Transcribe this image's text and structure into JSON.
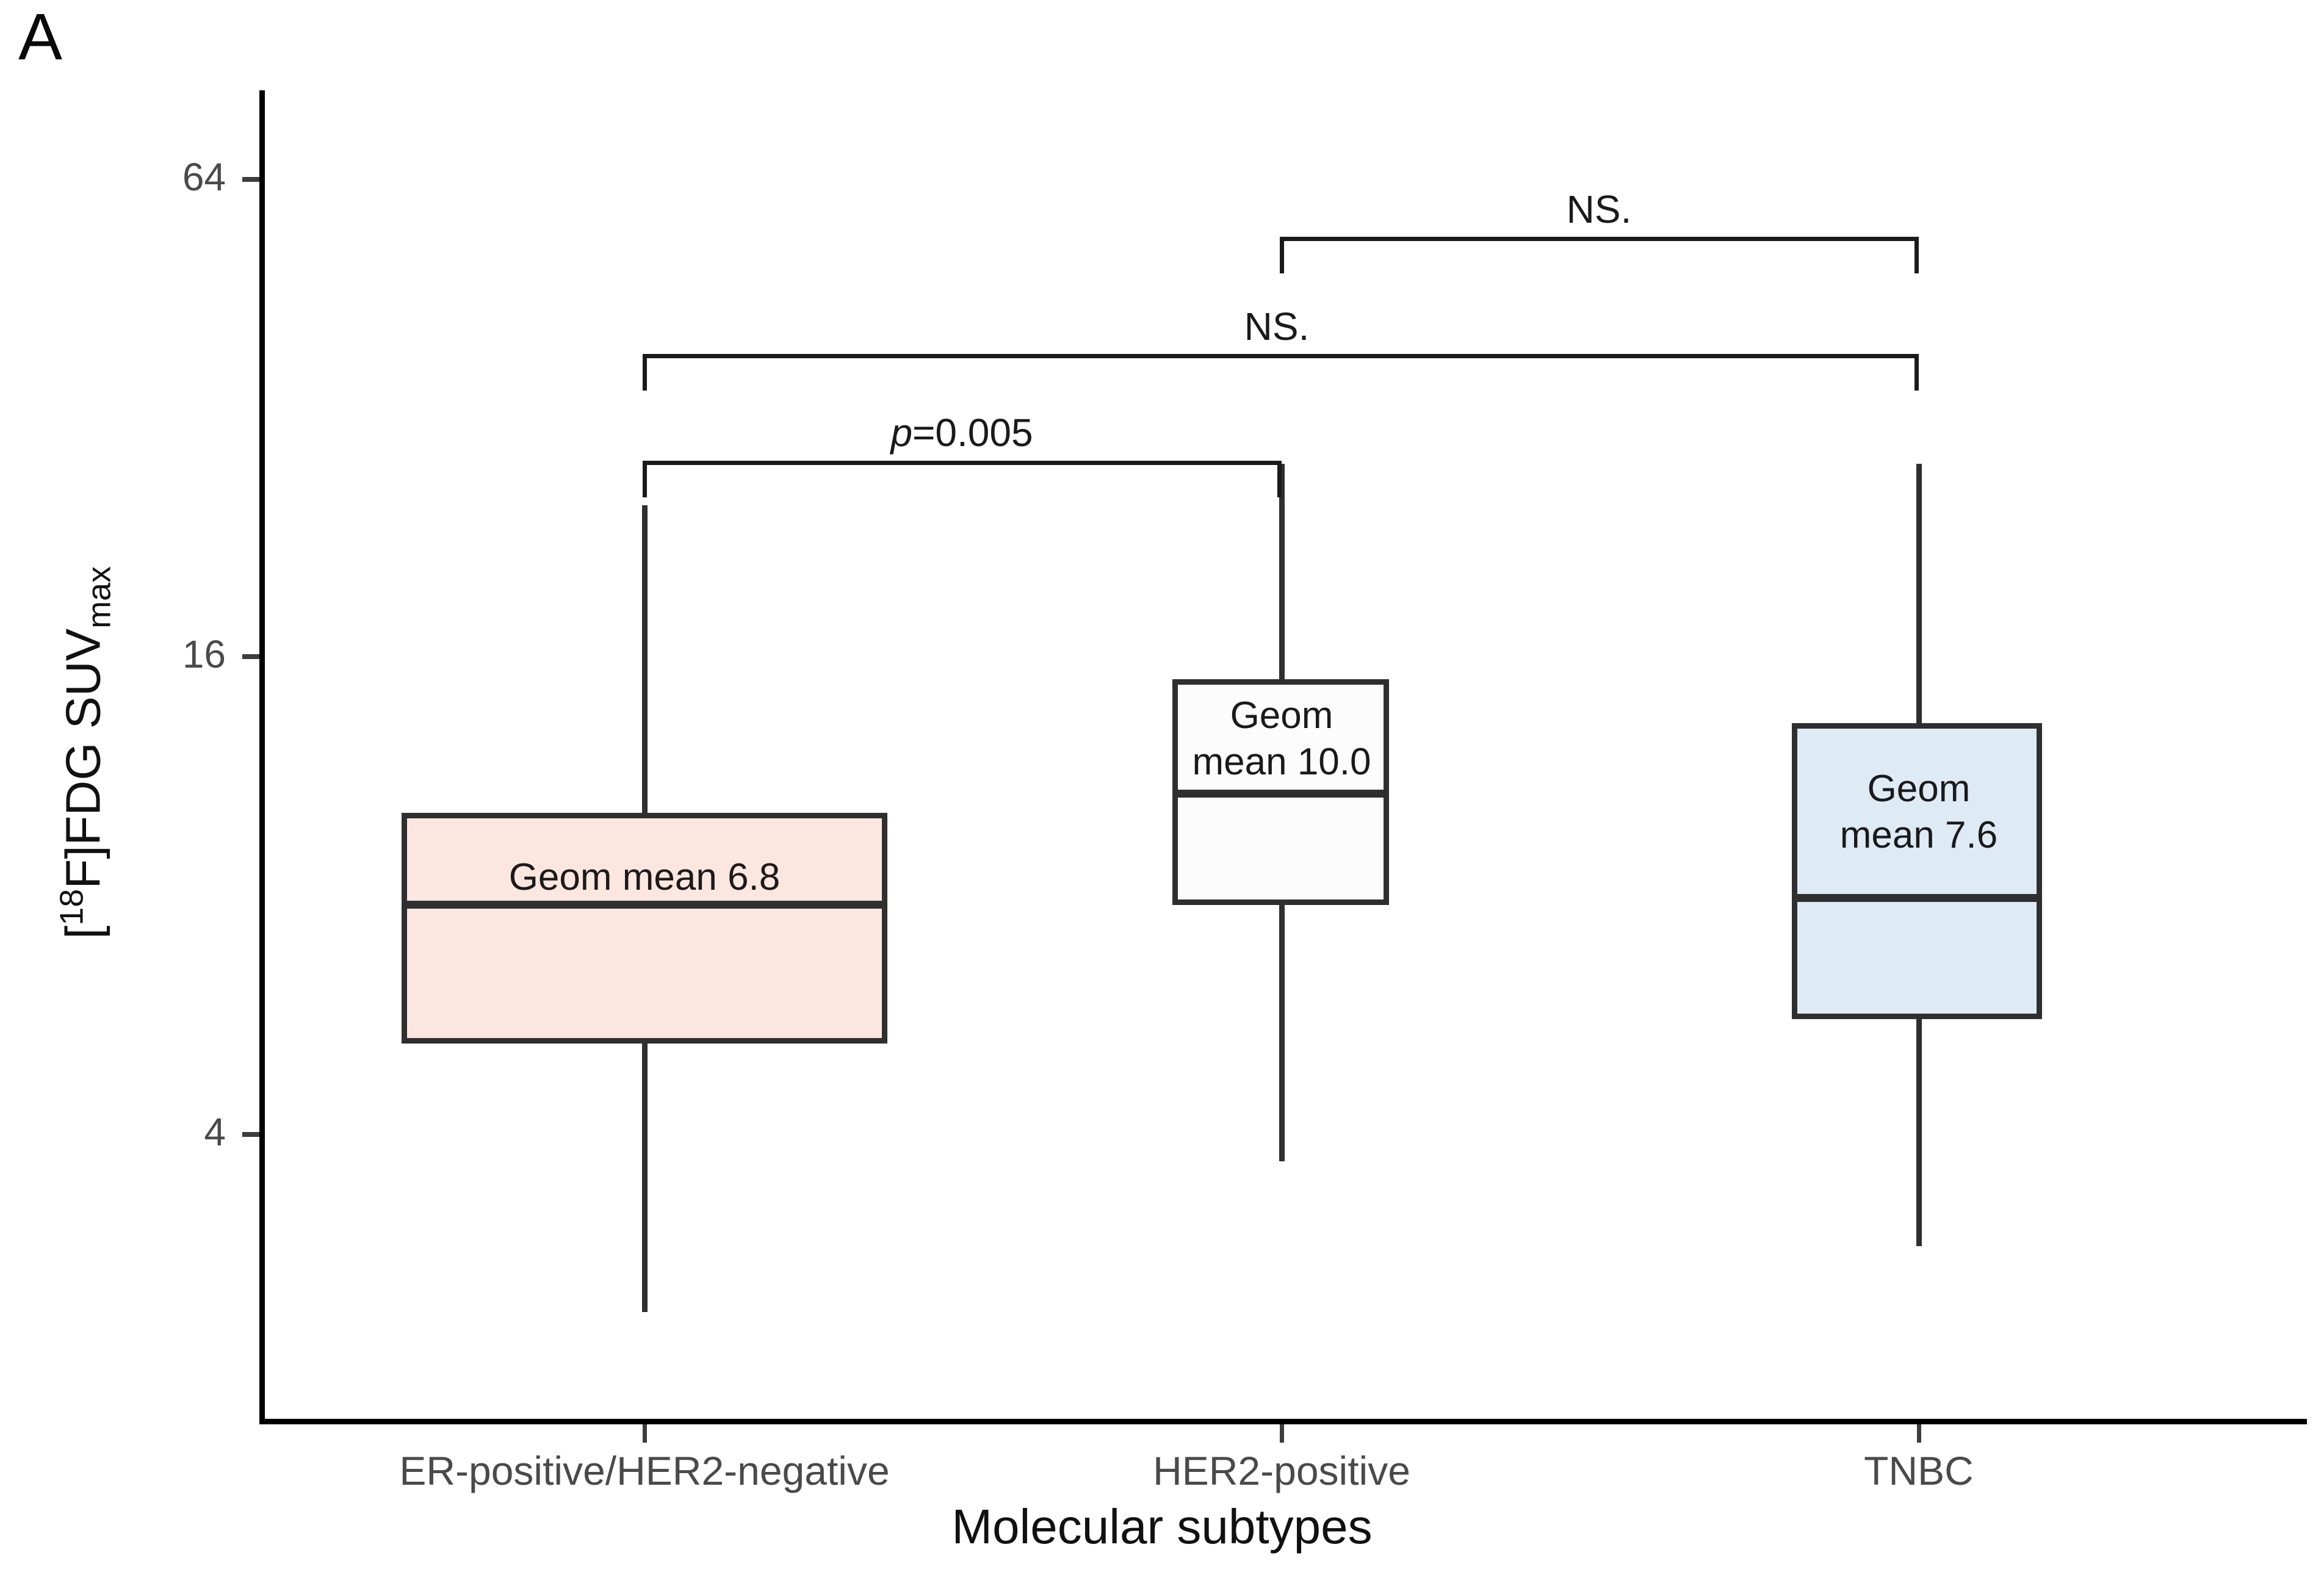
{
  "panel": {
    "label": "A"
  },
  "chart_data": {
    "type": "box",
    "title": "",
    "panel_label": "A",
    "xlabel": "Molecular subtypes",
    "ylabel": "[18F]FDG SUVmax",
    "ylabel_parts": {
      "bracket_open": "[",
      "isotope": "18",
      "element": "F]FDG SUV",
      "subscript": "max"
    },
    "y_scale": "log2",
    "y_ticks": [
      4,
      16,
      64
    ],
    "y_tick_labels": [
      "4",
      "16",
      "64"
    ],
    "ylim": [
      2.1,
      78
    ],
    "grid": false,
    "legend": false,
    "categories": [
      "ER-positive/HER2-negative",
      "HER2-positive",
      "TNBC"
    ],
    "boxes": [
      {
        "category": "ER-positive/HER2-negative",
        "whisker_low": 2.6,
        "q1": 4.7,
        "median": 7.0,
        "q3": 9.9,
        "whisker_high": 18.5,
        "geom_mean": 6.8,
        "annotation": "Geom mean 6.8",
        "annotation_lines": [
          "Geom mean 6.8"
        ],
        "fill": "#FBE7DF",
        "stroke": "#2F2F2F"
      },
      {
        "category": "HER2-positive",
        "whisker_low": 3.9,
        "q1": 8.4,
        "median": 11.2,
        "q3": 14.7,
        "whisker_high": 22.9,
        "geom_mean": 10.0,
        "annotation": "Geom mean 10.0",
        "annotation_lines": [
          "Geom",
          "mean 10.0"
        ],
        "fill": "#FCFCFC",
        "stroke": "#2F2F2F"
      },
      {
        "category": "TNBC",
        "whisker_low": 3.0,
        "q1": 6.4,
        "median": 8.3,
        "q3": 13.5,
        "whisker_high": 22.9,
        "geom_mean": 7.6,
        "annotation": "Geom mean 7.6",
        "annotation_lines": [
          "Geom",
          "mean 7.6"
        ],
        "fill": "#DEEAF4",
        "stroke": "#2F2F2F"
      }
    ],
    "comparisons": [
      {
        "groups": [
          "ER-positive/HER2-negative",
          "HER2-positive"
        ],
        "label": "p=0.005",
        "label_italic_prefix": "p",
        "label_rest": "=0.005",
        "significant": true
      },
      {
        "groups": [
          "ER-positive/HER2-negative",
          "TNBC"
        ],
        "label": "NS.",
        "significant": false
      },
      {
        "groups": [
          "HER2-positive",
          "TNBC"
        ],
        "label": "NS.",
        "significant": false
      }
    ],
    "colors": {
      "er_positive_fill": "#FBE7DF",
      "her2_positive_fill": "#FCFCFC",
      "tnbc_fill": "#DEEAF4",
      "box_stroke": "#2F2F2F",
      "axis": "#000000",
      "tick_text": "#4A4A4A"
    }
  },
  "axis": {
    "y_tick_labels": [
      "64",
      "16",
      "4"
    ],
    "x_tick_labels": [
      "ER-positive/HER2-negative",
      "HER2-positive",
      "TNBC"
    ],
    "x_title": "Molecular subtypes"
  },
  "annotations": {
    "box1": "Geom mean 6.8",
    "box2_line1": "Geom",
    "box2_line2": "mean 10.0",
    "box3_line1": "Geom",
    "box3_line2": "mean 7.6",
    "sig_p": "=0.005",
    "sig_p_italic": "p",
    "sig_ns_mid": "NS.",
    "sig_ns_top": "NS."
  }
}
